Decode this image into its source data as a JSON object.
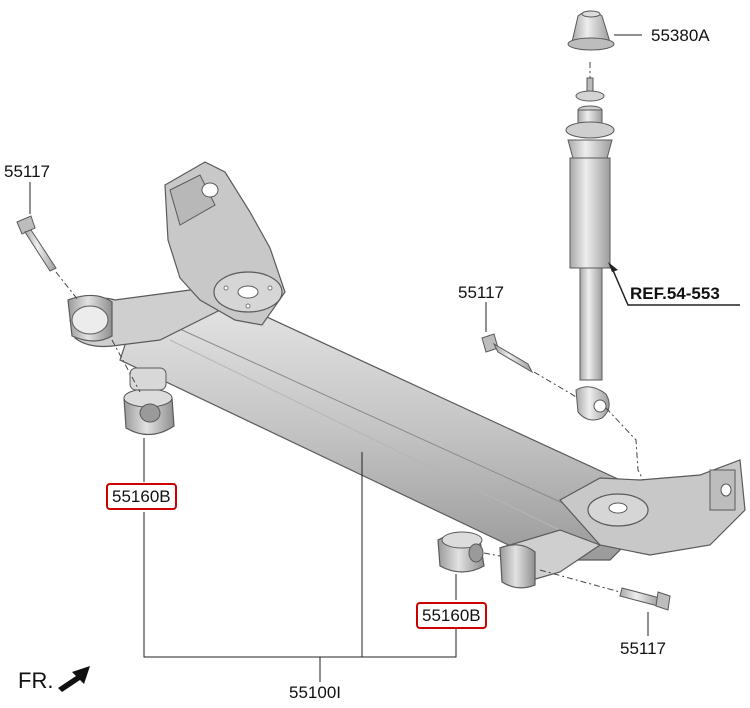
{
  "labels": {
    "bump_stop": "55380A",
    "bolt_top_left": "55117",
    "bolt_mid": "55117",
    "bolt_bottom_right": "55117",
    "bushing_left": "55160B",
    "bushing_right": "55160B",
    "axle_assy": "55100I",
    "shock_ref": "REF.54-553",
    "front_marker": "FR."
  },
  "colors": {
    "highlight_box": "#cc0000",
    "part_fill": "#c9c9c9",
    "part_stroke": "#5a5a5a",
    "leader": "#222222"
  }
}
